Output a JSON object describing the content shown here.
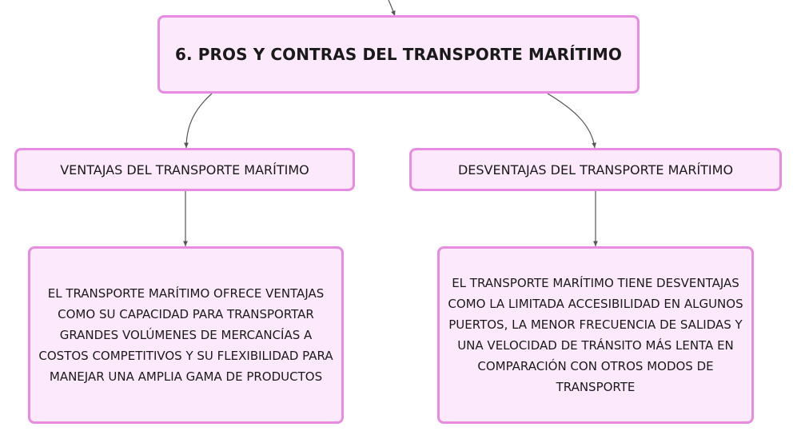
{
  "diagram": {
    "root": {
      "title": "6. PROS Y CONTRAS DEL TRANSPORTE MARÍTIMO"
    },
    "branches": [
      {
        "label": "VENTAJAS DEL TRANSPORTE MARÍTIMO",
        "detail": "EL TRANSPORTE MARÍTIMO OFRECE VENTAJAS COMO SU CAPACIDAD PARA TRANSPORTAR GRANDES VOLÚMENES DE MERCANCÍAS A COSTOS COMPETITIVOS Y SU FLEXIBILIDAD PARA MANEJAR UNA AMPLIA GAMA DE PRODUCTOS"
      },
      {
        "label": "DESVENTAJAS DEL TRANSPORTE MARÍTIMO",
        "detail": "EL TRANSPORTE MARÍTIMO TIENE DESVENTAJAS COMO LA LIMITADA ACCESIBILIDAD EN ALGUNOS PUERTOS, LA MENOR FRECUENCIA DE SALIDAS Y UNA VELOCIDAD DE TRÁNSITO MÁS LENTA EN COMPARACIÓN CON OTROS MODOS DE TRANSPORTE"
      }
    ],
    "colors": {
      "node_fill": "#fce9fb",
      "node_border": "#e78ce0",
      "connector": "#555555"
    }
  }
}
